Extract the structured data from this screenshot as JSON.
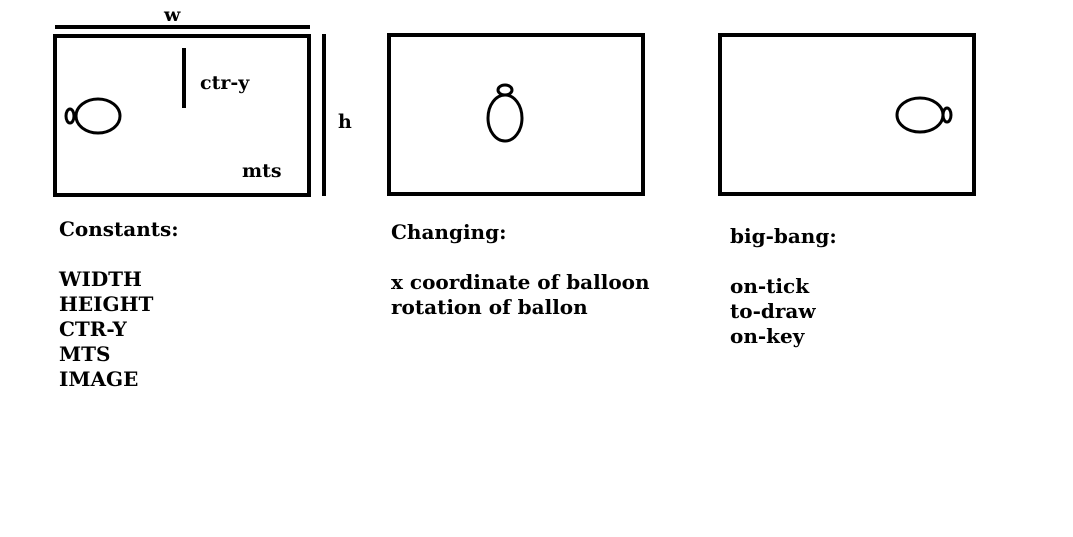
{
  "frame1": {
    "width_label": "w",
    "height_label": "h",
    "ctr_y_label": "ctr-y",
    "mts_label": "mts"
  },
  "constants": {
    "heading": "Constants:",
    "items": [
      "WIDTH",
      "HEIGHT",
      "CTR-Y",
      "MTS",
      "IMAGE"
    ]
  },
  "changing": {
    "heading": "Changing:",
    "items": [
      "x coordinate of balloon",
      "rotation of ballon"
    ]
  },
  "big_bang": {
    "heading": "big-bang:",
    "items": [
      "on-tick",
      "to-draw",
      "on-key"
    ]
  }
}
